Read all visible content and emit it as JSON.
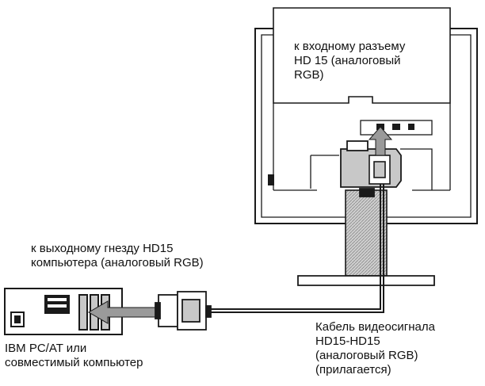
{
  "labels": {
    "monitor_input": [
      "к входному разъему",
      "HD 15 (аналоговый",
      "RGB)"
    ],
    "computer_output": [
      "к выходному гнезду HD15",
      "компьютера (аналоговый RGB)"
    ],
    "computer": [
      "IBM PC/AT или",
      "совместимый компьютер"
    ],
    "cable": [
      "Кабель видеосигнала",
      "HD15-HD15",
      "(аналоговый RGB)",
      "(прилагается)"
    ]
  },
  "colors": {
    "stroke": "#1a1a1a",
    "fill_light": "#ffffff",
    "fill_gray": "#c8c8c8",
    "fill_dark": "#555555",
    "arrow": "#9a9a9a"
  }
}
